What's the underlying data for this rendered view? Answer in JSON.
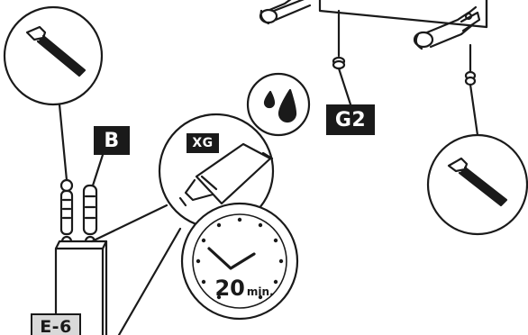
{
  "labels": {
    "part_b": "B",
    "part_g2": "G2",
    "part_e6": "E-6",
    "glue": "XG"
  },
  "timer": {
    "value": "20",
    "unit": "min."
  },
  "icons": [
    "hammer-icon",
    "hammer-icon",
    "water-drop-icon",
    "glue-tube-icon",
    "clock-icon",
    "screwdriver-icon"
  ],
  "colors": {
    "ink": "#1a1a1a",
    "label_dark": "#1a1a1a",
    "label_light": "#d9d9d9"
  }
}
